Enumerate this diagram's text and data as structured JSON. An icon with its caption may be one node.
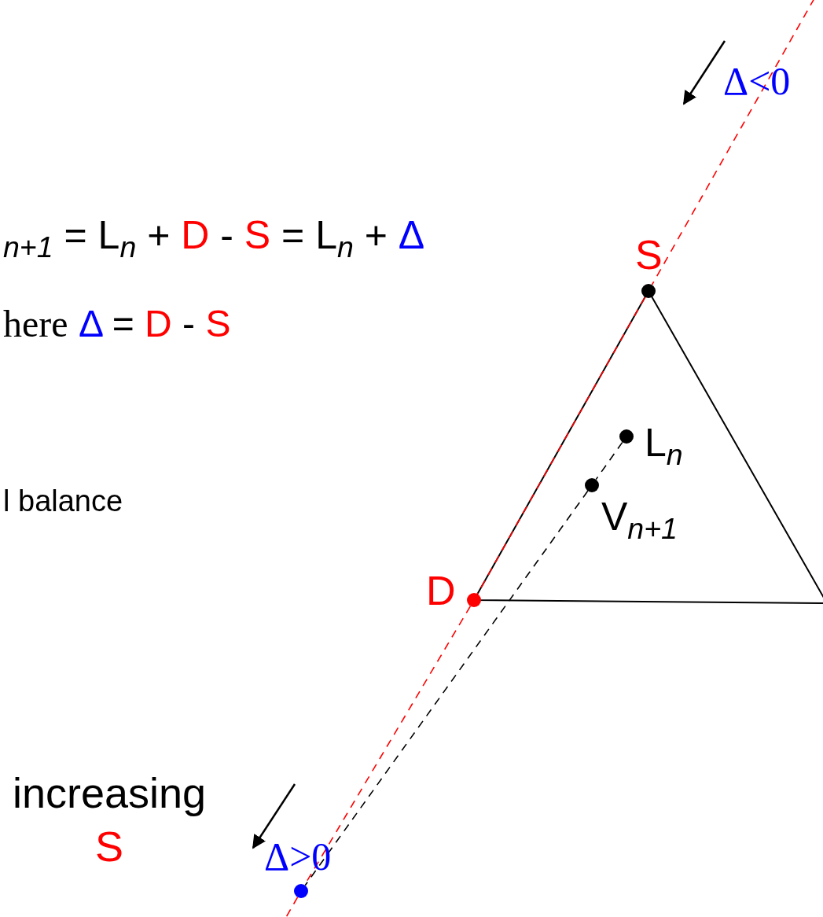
{
  "diagram": {
    "nodes": [
      {
        "text": [],
        "shape": "circle",
        "beside": [
          "S"
        ]
      },
      {
        "text": [],
        "shape": "circle",
        "beside": [
          "L$_{n}$"
        ]
      },
      {
        "text": [],
        "shape": "circle",
        "beside": [
          "V$_{n+1}$"
        ]
      },
      {
        "text": [],
        "shape": "circle",
        "beside": [
          "D"
        ]
      },
      {
        "text": [],
        "shape": "circle",
        "beside": [
          "Δ>0"
        ]
      }
    ],
    "edges": [
      {
        "from": null,
        "to": 0,
        "arrow": "none",
        "style": "dashed",
        "color": "#ff0000"
      },
      {
        "from": 0,
        "to": 3,
        "arrow": "none",
        "style": "dashed",
        "color": "#ff0000"
      },
      {
        "from": 3,
        "to": 4,
        "arrow": "none",
        "style": "dashed",
        "color": "#ff0000"
      },
      {
        "from": 4,
        "to": null,
        "arrow": "none",
        "style": "dashed",
        "color": "#ff0000"
      },
      {
        "from": 1,
        "to": 2,
        "arrow": "none",
        "style": "dashed",
        "color": "#000000"
      },
      {
        "from": 2,
        "to": 4,
        "arrow": "none",
        "style": "dashed",
        "color": "#000000"
      }
    ],
    "labels": [
      "Δ<0",
      "$_{n+1}$ = L$_{n}$ + D - S = L$_{n}$ + Δ",
      "here Δ = D - S",
      "l balance",
      "increasing S"
    ]
  }
}
